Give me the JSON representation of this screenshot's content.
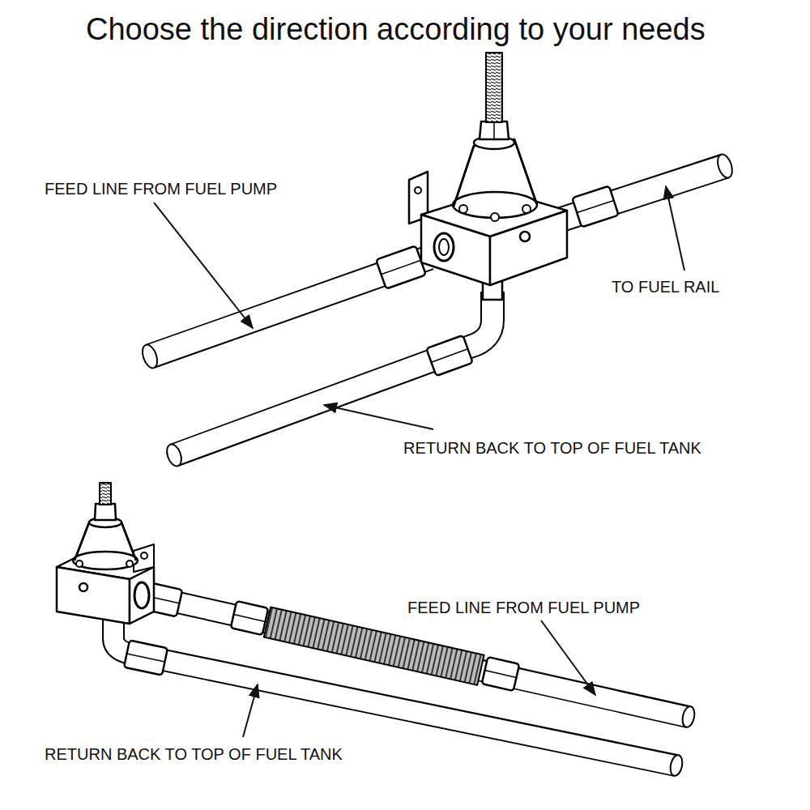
{
  "diagram": {
    "title": "Choose the direction according to your needs",
    "labels": [
      "FEED LINE FROM FUEL PUMP",
      "TO FUEL RAIL",
      "RETURN BACK TO TOP OF FUEL TANK",
      "FEED LINE FROM FUEL PUMP",
      "RETURN BACK TO TOP OF FUEL TANK"
    ]
  }
}
